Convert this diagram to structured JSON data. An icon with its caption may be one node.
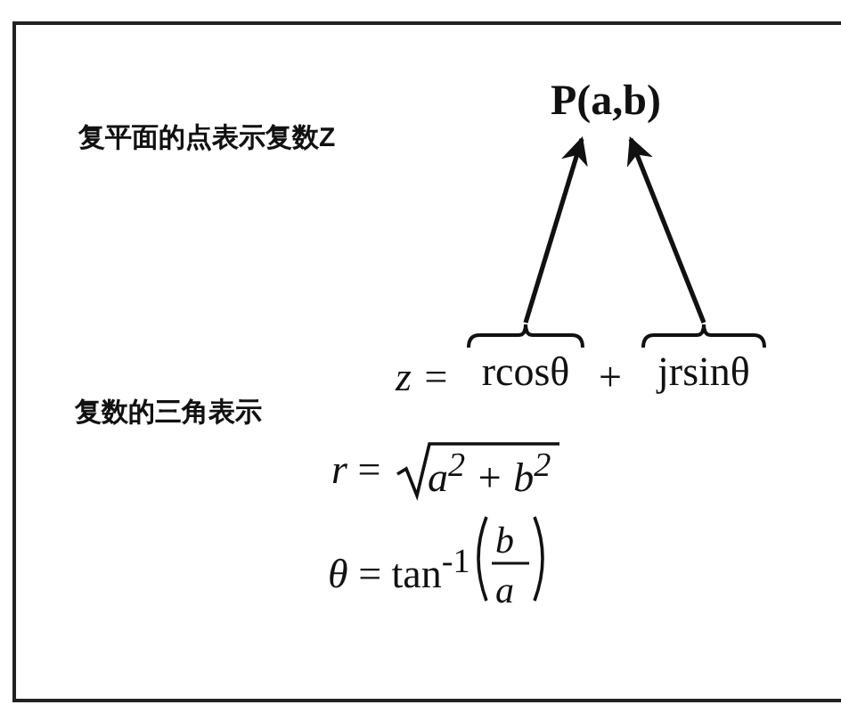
{
  "diagram": {
    "nodes": [
      {
        "text": [
          "P(a,b)"
        ]
      },
      {
        "text": [
          "rcosθ"
        ]
      },
      {
        "text": [
          "jrsinθ"
        ]
      }
    ],
    "edges": [
      {
        "from": 1,
        "to": 0,
        "arrow": "to"
      },
      {
        "from": 2,
        "to": 0,
        "arrow": "to"
      }
    ],
    "labels": [
      "复平面的点表示复数Z",
      "z =",
      "+",
      "复数的三角表示",
      "*r* =",
      "*a*$^{2}$ + *b*$^{2}$",
      "*θ* = tan$^{-1}$",
      "b",
      "a"
    ]
  }
}
